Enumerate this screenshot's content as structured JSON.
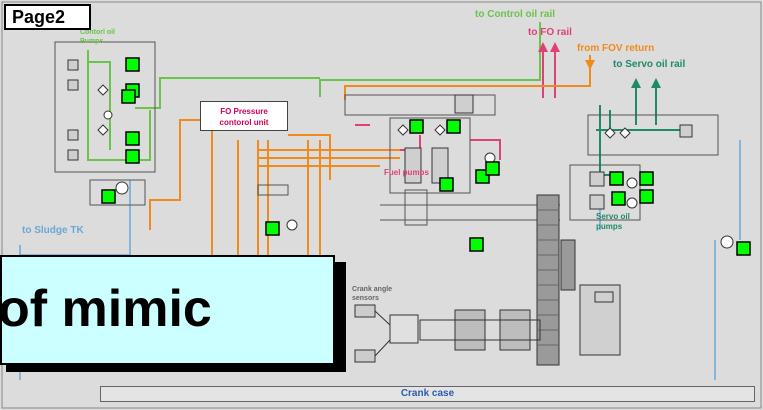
{
  "page_tab": "Page2",
  "headline": "of mimic",
  "labels": {
    "control_oil_rail": "to Control oil rail",
    "fo_rail": "to FO rail",
    "fov_return": "from FOV return",
    "servo_oil_rail": "to Servo oil rail",
    "control_oil_pumps": "Contorl oil\nPumps",
    "fo_pressure_unit": "FO Pressure\ncontorol unit",
    "fuel_pumps": "Fuel pumps",
    "servo_oil_pumps": "Servo oil\npumps",
    "sludge_tk": "to Sludge TK",
    "crank_angle_sensors": "Crank angle\nsensors",
    "crank_case": "Crank case"
  },
  "colors": {
    "green": "#6cc24a",
    "magenta": "#e0407a",
    "orange": "#f08a1c",
    "teal": "#1e8a6a",
    "blue": "#6aa8d8",
    "pump_green": "#00ff00",
    "headline_bg": "#ccffff"
  },
  "status_indicators": [
    {
      "name": "control-oil-pump-1-status",
      "state": "running"
    },
    {
      "name": "control-oil-pump-2-status",
      "state": "running"
    },
    {
      "name": "control-oil-valve-status",
      "state": "running"
    },
    {
      "name": "control-oil-pump-3-status",
      "state": "running"
    },
    {
      "name": "control-oil-pump-4-status",
      "state": "running"
    },
    {
      "name": "sludge-pump-status",
      "state": "running"
    },
    {
      "name": "fo-valve-1-status",
      "state": "running"
    },
    {
      "name": "fo-valve-2-status",
      "state": "running"
    },
    {
      "name": "fuel-pump-1-status",
      "state": "running"
    },
    {
      "name": "fuel-pump-2-status",
      "state": "running"
    },
    {
      "name": "fuel-pump-3-status",
      "state": "running"
    },
    {
      "name": "servo-pump-1-status",
      "state": "running"
    },
    {
      "name": "servo-pump-2-status",
      "state": "running"
    },
    {
      "name": "servo-pump-3-status",
      "state": "running"
    },
    {
      "name": "servo-pump-4-status",
      "state": "running"
    },
    {
      "name": "drain-pump-status",
      "state": "running"
    },
    {
      "name": "crank-sensor-status",
      "state": "running"
    },
    {
      "name": "right-pump-status",
      "state": "running"
    }
  ]
}
